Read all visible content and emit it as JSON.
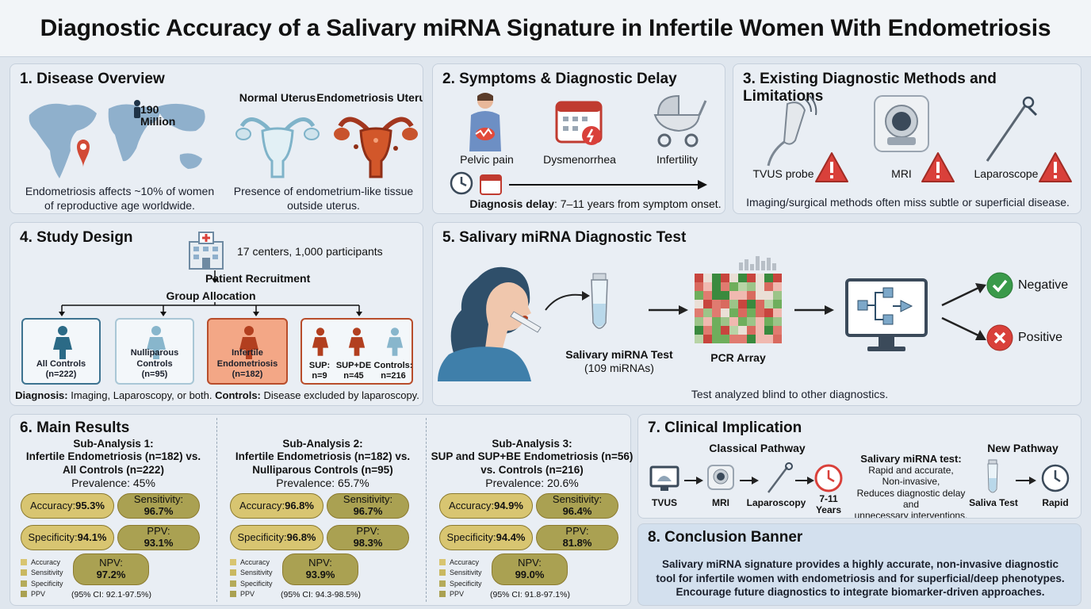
{
  "title": "Diagnostic Accuracy of a Salivary miRNA Signature in Infertile Women With Endometriosis",
  "colors": {
    "bg": "#dfe6ee",
    "panel": "#e9eef4",
    "accent_orange": "#d2572a",
    "teal": "#3d6f8c",
    "gold": "#d8c571",
    "olive": "#aaa152",
    "green": "#3a9a4a",
    "red": "#d9403a"
  },
  "s1": {
    "heading": "1. Disease Overview",
    "count_number": "190",
    "count_unit": "Million",
    "normal_label": "Normal Uterus",
    "endo_label": "Endometriosis Uterus",
    "caption_left_1": "Endometriosis affects ~10% of women",
    "caption_left_2": "of reproductive age worldwide.",
    "caption_right_1": "Presence of endometrium-like tissue",
    "caption_right_2": "outside uterus."
  },
  "s2": {
    "heading": "2. Symptoms & Diagnostic Delay",
    "symptoms": [
      "Pelvic pain",
      "Dysmenorrhea",
      "Infertility"
    ],
    "delay_bold": "Diagnosis delay",
    "delay_rest": ": 7–11 years from symptom onset."
  },
  "s3": {
    "heading": "3. Existing Diagnostic Methods and Limitations",
    "methods": [
      "TVUS probe",
      "MRI",
      "Laparoscope"
    ],
    "caption": "Imaging/surgical methods often miss subtle or superficial disease."
  },
  "s4": {
    "heading": "4. Study Design",
    "centers": "17 centers, 1,000 participants",
    "recruit": "Patient Recruitment",
    "allocation": "Group Allocation",
    "groups": [
      {
        "label": "All Controls",
        "n": "(n=222)"
      },
      {
        "label": "Nulliparous",
        "label2": "Controls",
        "n": "(n=95)"
      },
      {
        "label": "Infertile",
        "label2": "Endometriosis",
        "n": "(n=182)"
      }
    ],
    "sub_labels": [
      "SUP:",
      "SUP+DE",
      "Controls:"
    ],
    "sub_n": [
      "n=9",
      "n=45",
      "n=216"
    ],
    "foot_b1": "Diagnosis:",
    "foot_t1": " Imaging, Laparoscopy, or both. ",
    "foot_b2": "Controls:",
    "foot_t2": " Disease excluded by laparoscopy."
  },
  "s5": {
    "heading": "5. Salivary miRNA Diagnostic Test",
    "test_label": "Salivary miRNA Test",
    "test_sub": "(109 miRNAs)",
    "pcr_label": "PCR Array",
    "negative": "Negative",
    "positive": "Positive",
    "caption": "Test analyzed blind to other diagnostics."
  },
  "s6": {
    "heading": "6. Main Results",
    "legend": [
      "Accuracy",
      "Sensitivity",
      "Specificity",
      "PPV"
    ],
    "analyses": [
      {
        "t1": "Sub-Analysis 1:",
        "t2": "Infertile Endometriosis (n=182) vs.",
        "t3": "All Controls (n=222)",
        "prev": "Prevalence: 45%",
        "acc": "95.3%",
        "sens": "96.7%",
        "spec": "94.1%",
        "ppv": "93.1%",
        "npv": "97.2%",
        "ci": "(95% CI: 92.1-97.5%)"
      },
      {
        "t1": "Sub-Analysis 2:",
        "t2": "Infertile Endometriosis (n=182) vs.",
        "t3": "Nulliparous Controls (n=95)",
        "prev": "Prevalence: 65.7%",
        "acc": "96.8%",
        "sens": "96.7%",
        "spec": "96.8%",
        "ppv": "98.3%",
        "npv": "93.9%",
        "ci": "(95% CI: 94.3-98.5%)"
      },
      {
        "t1": "Sub-Analysis 3:",
        "t2": "SUP and SUP+BE Endometriosis (n=56)",
        "t3": "vs. Controls (n=216)",
        "prev": "Prevalence: 20.6%",
        "acc": "94.9%",
        "sens": "96.4%",
        "spec": "94.4%",
        "ppv": "81.8%",
        "npv": "99.0%",
        "ci": "(95% CI: 91.8-97.1%)"
      }
    ],
    "metric_labels": {
      "acc": "Accuracy: ",
      "sens": "Sensitivity:",
      "spec": "Specificity: ",
      "ppv": "PPV:",
      "npv": "NPV:"
    }
  },
  "s7": {
    "heading": "7. Clinical Implication",
    "classical": "Classical Pathway",
    "new": "New Pathway",
    "steps": [
      "TVUS",
      "MRI",
      "Laparoscopy"
    ],
    "years_1": "7-11",
    "years_2": "Years",
    "test_title": "Salivary miRNA test:",
    "test_l1": "Rapid and accurate,",
    "test_l2": "Non-invasive,",
    "test_l3": "Reduces diagnostic delay and",
    "test_l4": "unnecessary interventions.",
    "saliva": "Saliva Test",
    "rapid": "Rapid"
  },
  "s8": {
    "heading": "8. Conclusion Banner",
    "l1": "Salivary miRNA signature provides a highly accurate, non-invasive diagnostic",
    "l2": "tool for infertile women with endometriosis and for superficial/deep phenotypes.",
    "l3": "Encourage future diagnostics to integrate biomarker-driven approaches."
  }
}
